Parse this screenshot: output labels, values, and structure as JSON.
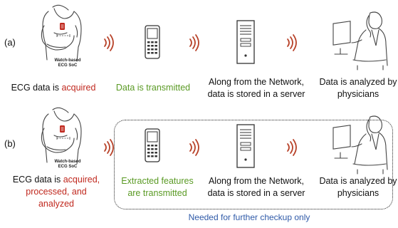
{
  "rows": [
    {
      "label": "(a)",
      "device_label": "Watch-based\nECG SoC",
      "caption1": {
        "prefix": "ECG data is ",
        "highlight": "acquired",
        "line2": "",
        "line3": ""
      },
      "caption2": {
        "line1": "Data is transmitted",
        "line2": ""
      },
      "caption3": {
        "line1": "Along from the Network,",
        "line2": "data is stored in a server"
      },
      "caption4": {
        "line1": "Data is analyzed by",
        "line2": "physicians"
      }
    },
    {
      "label": "(b)",
      "device_label": "Watch-based\nECG SoC",
      "caption1": {
        "prefix": "ECG data is ",
        "highlight": "acquired,",
        "line2": "processed, and",
        "line3": "analyzed"
      },
      "caption2": {
        "line1": "Extracted features",
        "line2": "are transmitted"
      },
      "caption3": {
        "line1": "Along from the Network,",
        "line2": "data is stored in a server"
      },
      "caption4": {
        "line1": "Data is analyzed by",
        "line2": "physicians"
      }
    }
  ],
  "footer_note": "Needed for further checkup only",
  "colors": {
    "highlight_red": "#c0281e",
    "transmit_green": "#5a9a24",
    "note_blue": "#2f5aa8",
    "wave": "#b8432a",
    "watch": "#c0281e",
    "line": "#333333"
  },
  "icons": {
    "person": "patient-torso-icon",
    "wireless": "wireless-wave-icon",
    "phone": "mobile-phone-icon",
    "server": "server-tower-icon",
    "doctor": "physician-at-computer-icon"
  }
}
